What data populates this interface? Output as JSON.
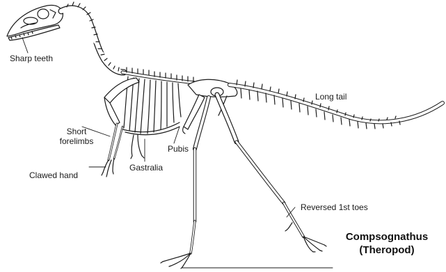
{
  "title": {
    "name": "Compsognathus",
    "group": "(Theropod)"
  },
  "labels": {
    "sharp_teeth": "Sharp teeth",
    "long_tail": "Long tail",
    "short_forelimbs_line1": "Short",
    "short_forelimbs_line2": "forelimbs",
    "pubis": "Pubis",
    "gastralia": "Gastralia",
    "clawed_hand": "Clawed hand",
    "reversed_first_toes": "Reversed 1st toes"
  },
  "colors": {
    "line": "#1a1a1a",
    "bone_fill": "#ffffff",
    "background": "#ffffff"
  }
}
